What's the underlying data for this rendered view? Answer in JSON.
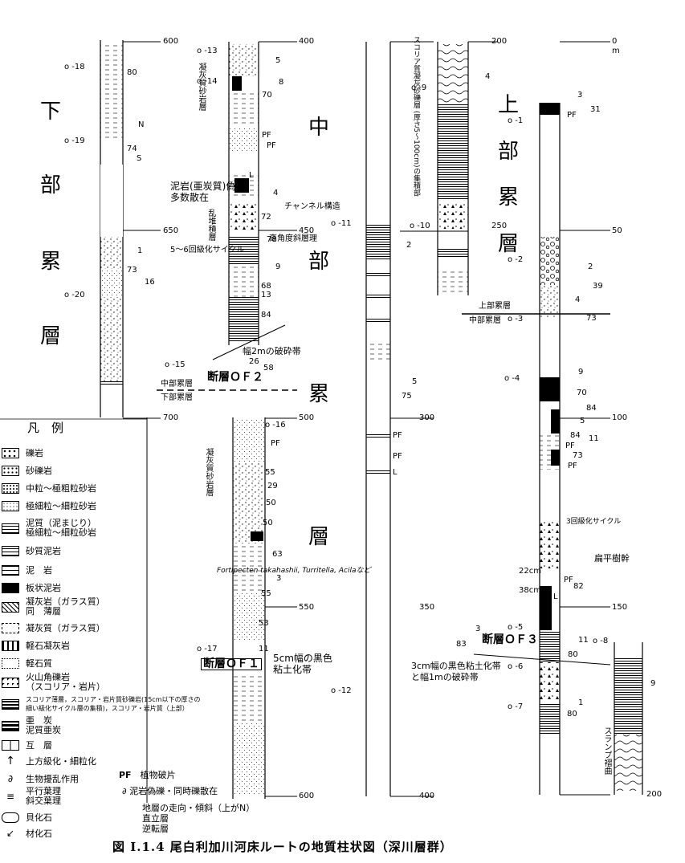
{
  "title": "図 Ⅰ.1.4 尾白利加川河床ルートの地質柱状図（深川層群）",
  "units": {
    "lower": [
      "下",
      "部",
      "累",
      "層"
    ],
    "middle": [
      "中",
      "部",
      "累",
      "層"
    ],
    "upper": [
      "上",
      "部",
      "累",
      "層"
    ]
  },
  "depth_unit": "m",
  "scales": {
    "col1": [
      "600",
      "650",
      "700"
    ],
    "col2": [
      "400",
      "450",
      "500",
      "550",
      "600"
    ],
    "col3": [
      "200",
      "250",
      "300",
      "350",
      "400"
    ],
    "col4": [
      "0",
      "50",
      "100",
      "150",
      "200"
    ]
  },
  "samples": [
    "o -18",
    "o -19",
    "o -20",
    "o -13",
    "o -14",
    "o -15",
    "o -16",
    "o -17",
    "o -11",
    "o -12",
    "o -9",
    "o -10",
    "o -1",
    "o -2",
    "o -3",
    "o -4",
    "o -5",
    "o -6",
    "o -7",
    "o -8"
  ],
  "annotations": {
    "tuff_sand": "凝灰質砂岩層",
    "mudstone_pebbles": "泥岩(亜炭質)偽礫\n多数散在",
    "channel": "チャンネル構造",
    "slump": "乱堆積層",
    "high_angle": "高角度斜層理",
    "cycles56": "5～6回級化サイクル",
    "fault_zone2": "幅2mの破砕帯",
    "fault_of2": "断層ＯＦ２",
    "boundary_mid": "中部累層",
    "boundary_low": "下部累層",
    "fortipecten": "Fortipecten takahashii, Turritella, Acilaなど",
    "clay5cm": "5cm幅の黒色\n粘土化帯",
    "fault_of1": "断層ＯＦ１",
    "scoria_tuff": "スコリア質凝灰砂礫層 (厚さ5～100cm)の集積部",
    "upper_label": "上部累層",
    "middle_label": "中部累層",
    "cycles3": "3回級化サイクル",
    "flat_trunk": "扁平樹幹",
    "fault_of3": "断層ＯＦ３",
    "clay3cm": "3cm幅の黒色粘土化帯\nと幅1mの破砕帯",
    "slump_fold": "スランプ褶曲",
    "pf": "PF",
    "l": "L",
    "cm22": "22cm",
    "cm38": "38cm"
  },
  "dips": [
    "80",
    "74",
    "73",
    "16",
    "5",
    "8",
    "70",
    "72",
    "4",
    "78",
    "9",
    "68",
    "13",
    "84",
    "26",
    "58",
    "2",
    "5",
    "75",
    "39",
    "73",
    "9",
    "70",
    "84",
    "5",
    "84",
    "11",
    "73",
    "82",
    "3",
    "83",
    "11",
    "80",
    "1",
    "80",
    "9",
    "31",
    "2",
    "4",
    "3",
    "55",
    "29",
    "50",
    "50",
    "63",
    "55",
    "53",
    "11",
    "1",
    "3",
    "4"
  ],
  "legend": {
    "title": "凡　例",
    "items": [
      "礫岩",
      "砂礫岩",
      "中粒～極粗粒砂岩",
      "極細粒～細粒砂岩",
      "泥質（泥まじり）\n極細粒～細粒砂岩",
      "砂質泥岩",
      "泥　岩",
      "板状泥岩",
      "凝灰岩（ガラス質）\n同　薄層",
      "凝灰質（ガラス質）",
      "軽石凝灰岩",
      "軽石質",
      "火山角礫岩\n（スコリア・岩片）",
      "スコリア薄層，スコリア・岩片質砂礫岩(15cm以下の厚さの\n細い級化サイクル層の集積)，スコリア・岩片質（上部）",
      "亜　炭\n泥質亜炭",
      "互　層",
      "上方級化・細粒化",
      "生物擾乱作用",
      "平行葉理\n斜交葉理",
      "貝化石",
      "材化石"
    ],
    "extra": [
      "植物破片",
      "泥岩偽礫・同時礫散在",
      "地層の走向・傾斜（上がN）\n直立層\n逆転層"
    ]
  },
  "compass": [
    "N",
    "S"
  ]
}
